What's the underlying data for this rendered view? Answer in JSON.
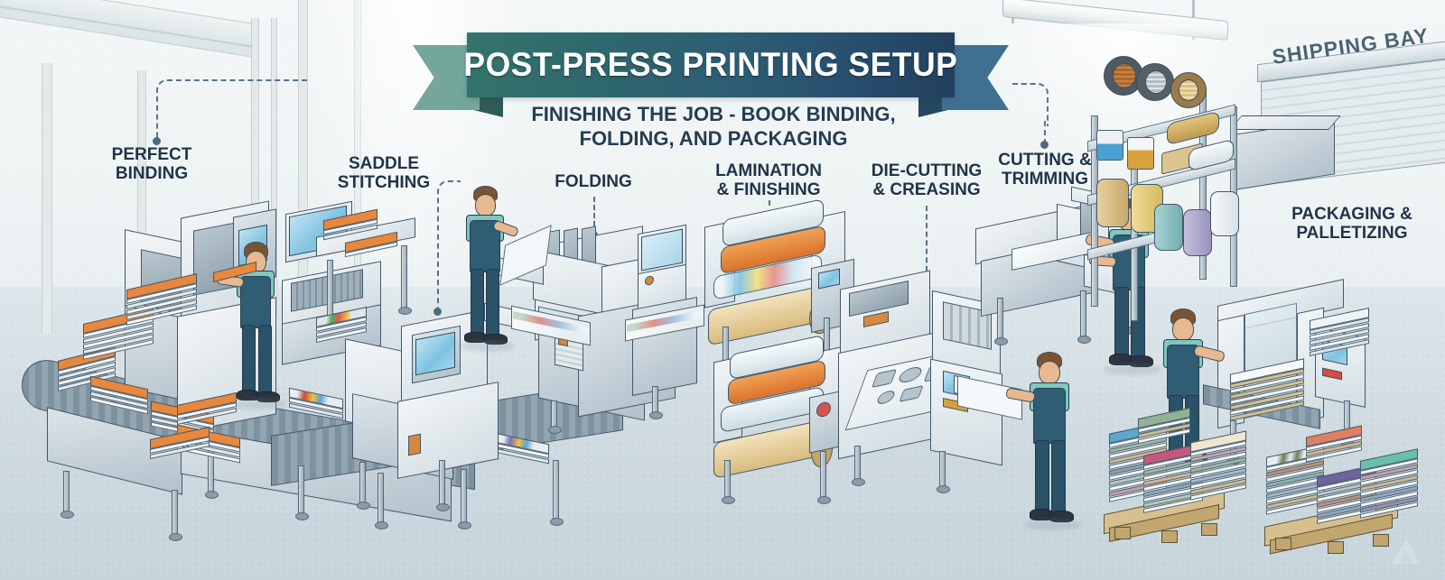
{
  "banner": {
    "title": "POST-PRESS PRINTING SETUP",
    "colors": {
      "left_tail": "#74a69c",
      "right_tail": "#3f7091",
      "fill_left": "#35746c",
      "fill_right": "#22405e"
    }
  },
  "subtitle": {
    "line1": "FINISHING THE JOB - BOOK BINDING,",
    "line2": "FOLDING, AND PACKAGING"
  },
  "labels": [
    {
      "id": "perfect-binding",
      "text": "PERFECT\nBINDING",
      "align": "center"
    },
    {
      "id": "saddle-stitching",
      "text": "SADDLE\nSTITCHING",
      "align": "center"
    },
    {
      "id": "folding",
      "text": "FOLDING",
      "align": "center"
    },
    {
      "id": "lamination-finishing",
      "text": "LAMINATION\n& FINISHING",
      "align": "center"
    },
    {
      "id": "die-cutting-creasing",
      "text": "DIE-CUTTING\n& CREASING",
      "align": "center"
    },
    {
      "id": "cutting-trimming",
      "text": "CUTTING &\nTRIMMING",
      "align": "center"
    },
    {
      "id": "packaging-palletizing",
      "text": "PACKAGING &\nPALLETIZING",
      "align": "center"
    }
  ],
  "scene": {
    "shipping_bay_sign": "SHIPPING BAY",
    "label_color": "#203449",
    "leader_color": "#58748a",
    "floor_color": "#cdd9df",
    "wall_color": "#eef3f4",
    "accent_orange": "#e8883c",
    "worker_overall": "#2f5d74",
    "worker_shirt": "#7fc7c1"
  }
}
